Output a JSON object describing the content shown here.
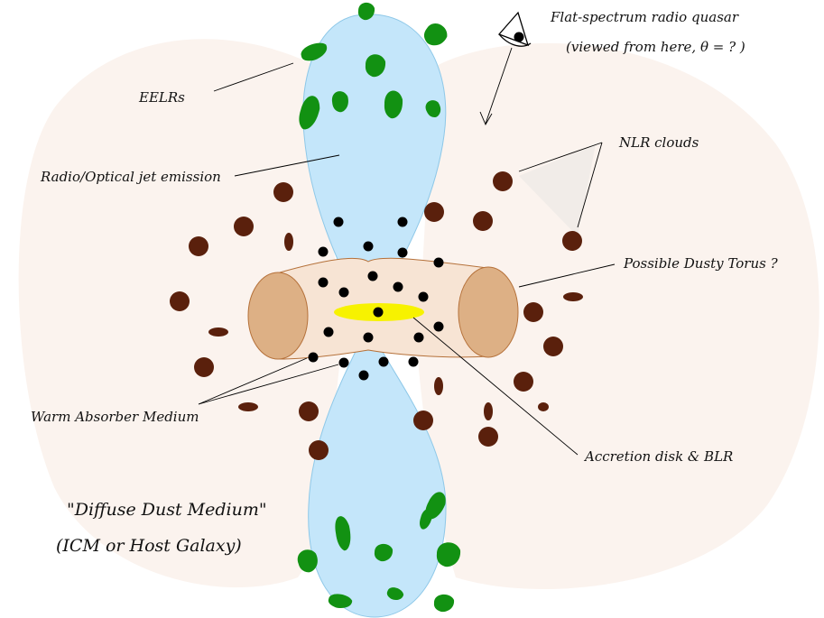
{
  "colors": {
    "host_galaxy": "#fbf3ee",
    "jet": "#c4e6fa",
    "jet_stroke": "#8ec8e8",
    "torus_body": "#f7e4d4",
    "torus_end": "#ddb085",
    "torus_stroke": "#b5713a",
    "accretion_disk": "#f7f200",
    "nlr_cloud": "#5a200c",
    "absorber": "#000000",
    "eelr": "#129112",
    "leader_line": "#000000"
  },
  "labels": {
    "observer_title": "Flat-spectrum radio quasar",
    "observer_note": "(viewed from here,  θ =  ? )",
    "eelrs": "EELRs",
    "jet_emission": "Radio/Optical jet emission",
    "nlr_clouds": "NLR clouds",
    "torus": "Possible  Dusty Torus ?",
    "warm_absorber": "Warm Absorber Medium",
    "accretion_disk": "Accretion disk & BLR",
    "diffuse_dust": "\"Diffuse Dust Medium\"",
    "icm_host": "(ICM or Host Galaxy)"
  },
  "icons": {
    "observer": "eye-icon"
  }
}
